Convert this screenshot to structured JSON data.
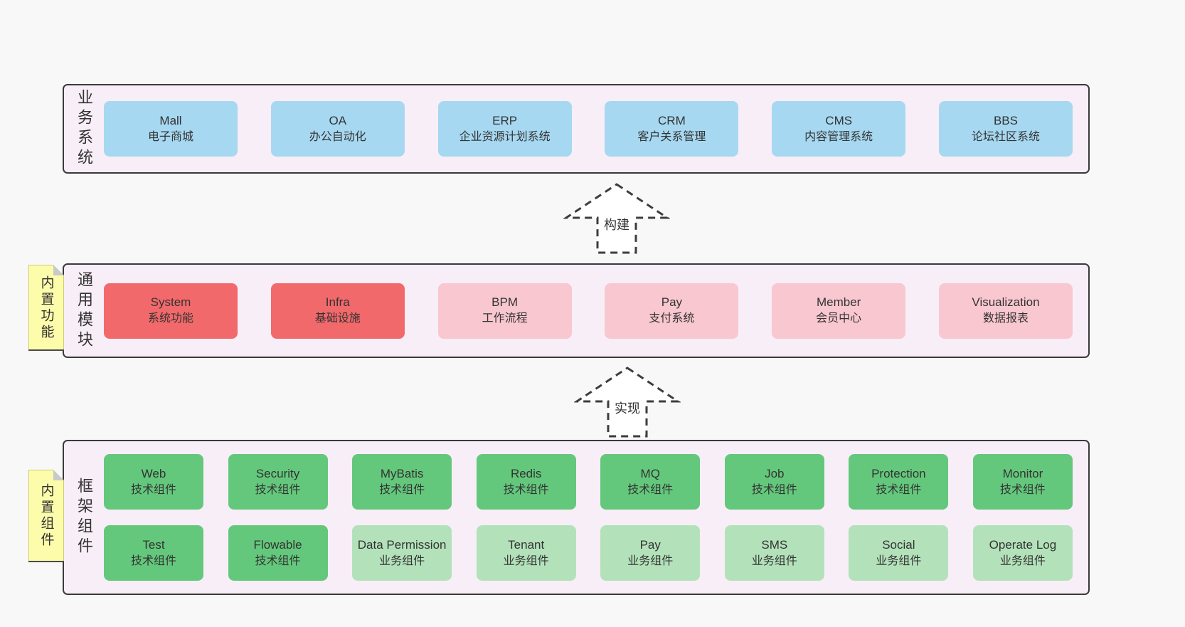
{
  "page": {
    "background": "#f8f8f8"
  },
  "colors": {
    "container_bg": "#f8eef7",
    "container_border": "#3a3a3a",
    "note_bg": "#fcfcab",
    "blue": "#a7d8f1",
    "red": "#f2696b",
    "pink": "#f9c7d0",
    "green": "#64c87c",
    "lightgreen": "#b3e2ba",
    "text": "#333333"
  },
  "arrows": [
    {
      "label": "构建"
    },
    {
      "label": "实现"
    }
  ],
  "layers": [
    {
      "name": "business-systems",
      "side_label": "业务系统",
      "note": null,
      "rows": [
        [
          {
            "title": "Mall",
            "subtitle": "电子商城",
            "color": "blue"
          },
          {
            "title": "OA",
            "subtitle": "办公自动化",
            "color": "blue"
          },
          {
            "title": "ERP",
            "subtitle": "企业资源计划系统",
            "color": "blue"
          },
          {
            "title": "CRM",
            "subtitle": "客户关系管理",
            "color": "blue"
          },
          {
            "title": "CMS",
            "subtitle": "内容管理系统",
            "color": "blue"
          },
          {
            "title": "BBS",
            "subtitle": "论坛社区系统",
            "color": "blue"
          }
        ]
      ]
    },
    {
      "name": "common-modules",
      "side_label": "通用模块",
      "note": "内置功能",
      "rows": [
        [
          {
            "title": "System",
            "subtitle": "系统功能",
            "color": "red"
          },
          {
            "title": "Infra",
            "subtitle": "基础设施",
            "color": "red"
          },
          {
            "title": "BPM",
            "subtitle": "工作流程",
            "color": "pink"
          },
          {
            "title": "Pay",
            "subtitle": "支付系统",
            "color": "pink"
          },
          {
            "title": "Member",
            "subtitle": "会员中心",
            "color": "pink"
          },
          {
            "title": "Visualization",
            "subtitle": "数据报表",
            "color": "pink"
          }
        ]
      ]
    },
    {
      "name": "framework-components",
      "side_label": "框架组件",
      "note": "内置组件",
      "rows": [
        [
          {
            "title": "Web",
            "subtitle": "技术组件",
            "color": "green"
          },
          {
            "title": "Security",
            "subtitle": "技术组件",
            "color": "green"
          },
          {
            "title": "MyBatis",
            "subtitle": "技术组件",
            "color": "green"
          },
          {
            "title": "Redis",
            "subtitle": "技术组件",
            "color": "green"
          },
          {
            "title": "MQ",
            "subtitle": "技术组件",
            "color": "green"
          },
          {
            "title": "Job",
            "subtitle": "技术组件",
            "color": "green"
          },
          {
            "title": "Protection",
            "subtitle": "技术组件",
            "color": "green"
          },
          {
            "title": "Monitor",
            "subtitle": "技术组件",
            "color": "green"
          }
        ],
        [
          {
            "title": "Test",
            "subtitle": "技术组件",
            "color": "green"
          },
          {
            "title": "Flowable",
            "subtitle": "技术组件",
            "color": "green"
          },
          {
            "title": "Data Permission",
            "subtitle": "业务组件",
            "color": "lightgreen"
          },
          {
            "title": "Tenant",
            "subtitle": "业务组件",
            "color": "lightgreen"
          },
          {
            "title": "Pay",
            "subtitle": "业务组件",
            "color": "lightgreen"
          },
          {
            "title": "SMS",
            "subtitle": "业务组件",
            "color": "lightgreen"
          },
          {
            "title": "Social",
            "subtitle": "业务组件",
            "color": "lightgreen"
          },
          {
            "title": "Operate Log",
            "subtitle": "业务组件",
            "color": "lightgreen"
          }
        ]
      ]
    }
  ]
}
